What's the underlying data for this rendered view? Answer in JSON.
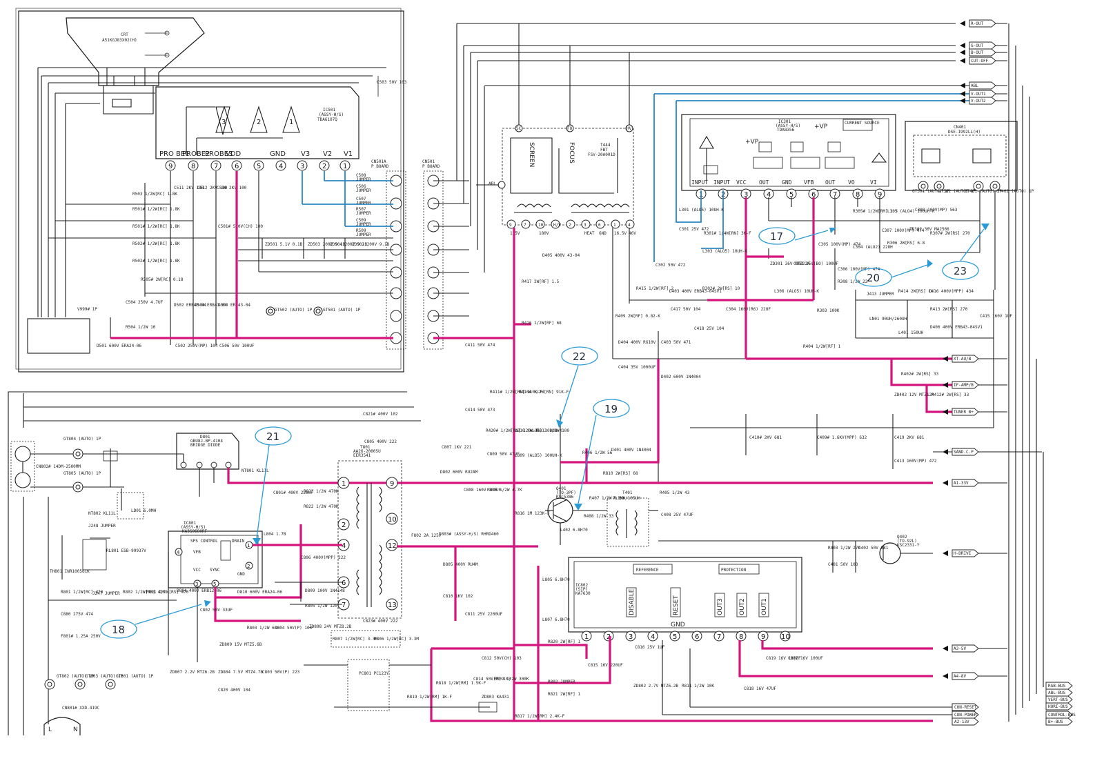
{
  "crt": {
    "label": "CRT",
    "part": "A51KGJ83X02(H)"
  },
  "ic501": {
    "ref": "IC501",
    "sub": "(ASSY-H/S)",
    "part": "TDA6107Q",
    "pins": [
      {
        "n": "9",
        "name": "PRO BE1"
      },
      {
        "n": "8",
        "name": "PROBE2"
      },
      {
        "n": "7",
        "name": "PROBE3"
      },
      {
        "n": "6",
        "name": "VDD"
      },
      {
        "n": "5",
        "name": ""
      },
      {
        "n": "4",
        "name": "GND"
      },
      {
        "n": "3",
        "name": "V3"
      },
      {
        "n": "2",
        "name": "V2"
      },
      {
        "n": "1",
        "name": "V1"
      }
    ],
    "amp_labels": [
      "3",
      "2",
      "1"
    ]
  },
  "cn501a": {
    "ref": "CN501A",
    "sub": "P BOARD"
  },
  "cn501": {
    "ref": "CN501",
    "sub": "P BOARD"
  },
  "t444": {
    "ref": "T444",
    "sub": "FBT",
    "part": "FSV-20A001D",
    "screen": "SCREEN",
    "focus": "FOCUS",
    "top_pins": [
      "SC",
      "FO",
      "HV"
    ],
    "abl": "ABL",
    "bottom_pins": [
      {
        "n": "9",
        "v": "125V"
      },
      {
        "n": "7",
        "v": ""
      },
      {
        "n": "10",
        "v": "180V"
      },
      {
        "n": "H/V",
        "v": ""
      },
      {
        "n": "2",
        "v": ""
      },
      {
        "n": "3",
        "v": "HEAT"
      },
      {
        "n": "6",
        "v": "GND"
      },
      {
        "n": "1",
        "v": "16.5V"
      },
      {
        "n": "4",
        "v": "46V"
      }
    ]
  },
  "ic301": {
    "ref": "IC301",
    "sub": "(ASSY-H/S)",
    "part": "TDA8356",
    "current_source": "CURRENT SOURCE",
    "vp": "+VP",
    "vpc": "+VP",
    "pins": [
      {
        "n": "1",
        "name": "INPUT"
      },
      {
        "n": "2",
        "name": "INPUT"
      },
      {
        "n": "3",
        "name": "VCC"
      },
      {
        "n": "4",
        "name": "OUT"
      },
      {
        "n": "5",
        "name": "GND"
      },
      {
        "n": "6",
        "name": "VFB"
      },
      {
        "n": "7",
        "name": "OUT"
      },
      {
        "n": "8",
        "name": "VO"
      },
      {
        "n": "9",
        "name": "VI"
      }
    ]
  },
  "cn401": {
    "ref": "CN401",
    "part": "DSE-1992LL(H)",
    "gts": [
      "GT301 (AUTO) 1P",
      "GT302 (AUTO) 1P",
      "GT401 (AUTO) 1P",
      "GT402 (AUTO) 1P"
    ]
  },
  "ic801": {
    "ref": "IC801",
    "sub": "(ASSY-H/S)",
    "part": "KA3S0680RF",
    "ctrl": "SPS CONTROL",
    "pins": [
      {
        "n": "1",
        "name": "DRAIN"
      },
      {
        "n": "2",
        "name": "GND"
      },
      {
        "n": "3",
        "name": "VCC"
      },
      {
        "n": "4",
        "name": "VFB"
      },
      {
        "n": "5",
        "name": "SYNC"
      }
    ]
  },
  "d801": {
    "ref": "D801",
    "part": "GBU8J-BP-4104",
    "desc": "BRIDGE DIODE"
  },
  "t801": {
    "ref": "T801",
    "part": "AA26-20005U",
    "part2": "EER3541",
    "pins": [
      "1",
      "2",
      "4",
      "6",
      "7",
      "9",
      "10",
      "12",
      "13"
    ]
  },
  "ic802": {
    "ref": "IC802",
    "sub": "(SIP)",
    "part": "KA7630",
    "reference": "REFERENCE",
    "protection": "PROTECTION",
    "pin_names": [
      "DISABLE",
      "RESET",
      "OUT3",
      "OUT2",
      "OUT1"
    ],
    "gnd": "GND",
    "pins": [
      "1",
      "2",
      "3",
      "4",
      "5",
      "6",
      "7",
      "8",
      "9",
      "10"
    ]
  },
  "q401": {
    "ref": "Q401",
    "sub": "(TO-3PF)",
    "part": "KSC5386"
  },
  "q402": {
    "ref": "Q402",
    "sub": "(TO-92L)",
    "part": "KSC2331-Y"
  },
  "t401": {
    "ref": "T401",
    "part": "7.3MH/105UH"
  },
  "right_signals": [
    {
      "label": "R-OUT"
    },
    {
      "label": "G-OUT"
    },
    {
      "label": "B-OUT"
    },
    {
      "label": "CUT-OFF"
    },
    {
      "label": "ABL"
    },
    {
      "label": "V-OUT1"
    },
    {
      "label": "V-OUT2"
    },
    {
      "label": "XT-AU/B"
    },
    {
      "label": "IF-AMP/B"
    },
    {
      "label": "TUNER B+"
    },
    {
      "label": "SAND.C.P"
    },
    {
      "label": "A1-33V"
    },
    {
      "label": "H-DRIVE"
    },
    {
      "label": "A3-5V"
    },
    {
      "label": "A4-8V"
    }
  ],
  "bus_labels": [
    "RGB-BUS",
    "ABL-BUS",
    "VERT-BUS",
    "HORI-BUS",
    "CONTROL-BUS",
    "B+-BUS"
  ],
  "bottom_signals": [
    "CON-RESET",
    "CON-POWER",
    "A2-13V"
  ],
  "callouts": [
    {
      "n": "17"
    },
    {
      "n": "18"
    },
    {
      "n": "19"
    },
    {
      "n": "20"
    },
    {
      "n": "21"
    },
    {
      "n": "22"
    },
    {
      "n": "23"
    }
  ],
  "components": {
    "r503": "R503 1/2W[RC] 1.8K",
    "r501": "R501# 1/2W[RC] 1.8K",
    "r502": "R502# 1/2W[RC] 1.8K",
    "c511": "C511 2KV 100",
    "c512": "C512 2KV 100",
    "c510": "C510 2KV 100",
    "c501": "C501# 500V(CH) 100",
    "c503": "C503 50V 103",
    "zd501": "ZD501 5.1V 0.1B",
    "zd503": "ZD503 200V 9.1B",
    "zd504": "ZD504 200V 9.1B",
    "zd502": "ZD502 200V 9.1B",
    "c504": "C504 250V 4.7UF",
    "r504": "R504 1/2W 10",
    "c502": "C502 250V(MP) 104",
    "c506": "C506 50V 100UF",
    "d502": "D502 ERB43-04",
    "d504": "D504 ERB43-04",
    "d503": "D503 ERB43-04",
    "r505": "R505# 2W[RC] 0.18",
    "d501": "D501 600V ERA24-06",
    "v999": "V999# 1P",
    "gt502": "GT502 (AUTO) 1P",
    "gt501": "GT501 (AUTO) 1P",
    "r417": "R417 2W[RF] 1.5",
    "r416": "R416 1/2W[RF] 68",
    "d405": "D405 400V 43-04",
    "c411": "C411 50V 474",
    "c414": "C414 50V 473",
    "r411": "R411# 1/2W[RN] 110K-F",
    "r410": "R410# 1/2W[RN] 91K-F",
    "r420": "R420# 1/2W[RN] 120K-F",
    "l810": "L810 (ALO5) 100UH-K",
    "r812": "R812 1/2W 100",
    "c809": "C809 50V 47UF",
    "l809": "L809 (ALO5) 100UH-K",
    "r816": "R816 1M 123K-F",
    "r415": "R415 1/2W[RF] 2",
    "c302": "C302 50V 472",
    "d403": "D403 400V ERB43-04SV1",
    "c417": "C417 50V 104",
    "c418": "C418 25V 104",
    "r302": "R302# 2W[RS] 10",
    "c304": "C304 160V(R6) 22UF",
    "l306": "L306 (ALO5) 10UH-K",
    "r303": "R303 100K",
    "r409": "R409 2W[RF] 0.82-K",
    "l301": "L301 (ALO5) 10UH-K",
    "r301": "R301# 1/4W[RN] 3K-F",
    "c301": "C301 25V 472",
    "l303": "L303 (ALO5) 10UH-K",
    "c305": "C305 100V(MP) 474",
    "c306": "C306 100V(MP) 474",
    "r305": "R305# 1/2W[RM] 1.5",
    "l305": "L305 (ALO4) 100UH-K",
    "c307": "C307 100V(MP) 474",
    "c308": "C308 100V(MP) 563",
    "zd302": "ZD302 36V MA2566",
    "r306": "R306 2W[RS] 6.8",
    "r307": "R307# 2W[RS] 270",
    "l304": "L304 (ALO2) 22UH",
    "r308": "R308 1/2W 22",
    "zd301": "ZD301 36V MTZ22A",
    "c303": "C303 25V(BO) 100UF",
    "r414": "R414 2W[RS] 1K",
    "j413": "J413 JUMPER",
    "c416": "C416 400V(MPP) 434",
    "r413": "R413 2W[RS] 270",
    "d406": "D406 400V ERB43-04SV1",
    "c415": "C415 160V 1UF",
    "l401": "L401 150UH",
    "lb01": "LN01 90UH/260UH",
    "d404": "D404 400V RG10V",
    "c403": "C403 50V 471",
    "r404": "R404 1/2W[RF] 1",
    "c404": "C404 35V 1000UF",
    "d402": "D402 600V 1N4004",
    "r402": "R402# 2W[RS] 33",
    "zd402": "ZD402 12V MTZ12A",
    "r412": "R412# 2W[RS] 33",
    "c410": "C410# 2KV 681",
    "c409": "C409# 1.6KV(MPP) 632",
    "c419": "C419 2KV 681",
    "c413": "C413 160V(MP) 472",
    "d401": "D401 400V 1N4004",
    "r406": "R406 1/2W 56",
    "r810": "R810 2W[RS] 68",
    "r405": "R405 1/2W 43",
    "r407": "R407 1/2W 0.39",
    "r408": "R408 1/2W 33",
    "c408": "C408 25V 47UF",
    "l402": "L402 6.8H70",
    "r403": "R403 1/2W 270",
    "c402": "C402 50V 681",
    "c401": "C401 50V 103",
    "c821": "C821# 400V 102",
    "c805": "C805 400V 222",
    "c807": "C807 1KV 221",
    "d802": "D802 600V RU2AM",
    "c808": "C808 160V 100UF",
    "r825": "R825 1/2W 4.7K",
    "c806": "C806 400V(MPP) 222",
    "r823": "R823 1/2W 470K",
    "r822": "R822 1/2W 470K",
    "c801": "C801# 400V 220UF",
    "nt801": "NT801 KL11L",
    "l804": "L804 1.7B",
    "f802": "F802 2A 125V",
    "d803": "D803# (ASSY-H/S) RHRD460",
    "d805": "D805 400V RU4M",
    "c810": "C810 1KV 102",
    "c811": "C811 25V 2200UF",
    "c823": "C823# 400V 222",
    "r807": "R807 1/2W[RC] 3.3M",
    "r806": "R806 1/2W[RC] 3.3M",
    "c812": "C812 50V(CH) 103",
    "c814": "C814 50V(P) 103",
    "r809": "R809 1/2W 300K",
    "zd803": "ZD803 KA431",
    "pc801": "PC801 PC123Y",
    "r818": "R818 1/2W[RM] 1.5K-F",
    "r819": "R819 1/2W[RM] 1K-F",
    "r817": "R817 1/2W[RM] 2.4K-F",
    "l805": "L805 6.8H70",
    "l807": "L807 6.8H70",
    "r820": "R820 2W[RF] 1",
    "c815": "C815 16V 220UF",
    "r802": "R802 JUMPER",
    "r821": "R821 2W[RF] 1",
    "c816": "C816 25V 1UF",
    "zd802": "ZD802 2.7V MTZ6.2B",
    "r811": "R811 1/2W 10K",
    "c819": "C819 16V 100UF",
    "c818": "C818 16V 47UF",
    "c817": "C817 16V 100UF",
    "gt804": "GT804 (AUTO) 1P",
    "gt805": "GT805 (AUTO) 1P",
    "cn802": "CN802# 14DM-2500MM",
    "nt802": "NT802 KL11L",
    "r803": "R803 JUMPER",
    "j248": "J248 JUMPER",
    "ld01": "LD01 6.0MH",
    "rl801": "RL801 ESB-99937V",
    "th801": "TH801 INR100561K",
    "r801": "R801 1/2W[RC] 470",
    "j247": "J247 JUMPER",
    "r802b": "R802 1/2W[RS] 470",
    "r801b": "R801 1/2W[RS] 470",
    "c880": "C880 275V 474",
    "f801": "F801# 1.25A 250V",
    "d804": "D804 400V ERB12-06",
    "d810": "D810 600V ERA24-06",
    "c802": "C802 50V 33UF",
    "d809": "D809 100V 1N4148",
    "r805": "R805 1/2W 120",
    "zd808": "ZD808 24V MTZ8.2B",
    "zd809": "ZD809 15V MTZ5.6B",
    "c804": "C804 50V(P) 103",
    "r803b": "R803 1/2W 680",
    "zd807": "ZD807 2.2V MTZ6.2B",
    "zd804": "ZD804 7.5V MTZ4.7B",
    "c820": "C820 400V 104",
    "c803": "C803 50V(P) 223",
    "gt802": "GT802 (AUTO) 1P",
    "gt803": "GT803 (AUTO) 1P",
    "gt801": "GT801 (AUTO) 1P",
    "cn801": "CN801# XXD-419C",
    "plug_l": "L",
    "plug_n": "N"
  }
}
